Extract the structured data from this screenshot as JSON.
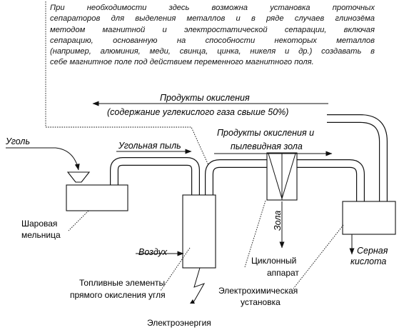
{
  "note": {
    "lines": [
      "При необходимости здесь возможна установка проточных",
      "сепараторов для выделения металлов и в ряде случаев глинозёма",
      "методом магнитной и электростатической сепарации, включая",
      "сепарацию, основанную на способности некоторых металлов",
      "(например, алюминия, меди, свинца, цинка, никеля и др.) создавать в",
      "себе магнитное поле под действием переменного магнитного поля."
    ]
  },
  "flows": {
    "products_oxidation": "Продукты окисления",
    "co2_content": "(содержание углекислого газа свыше 50%)",
    "coal": "Уголь",
    "coal_dust": "Угольная пыль",
    "products_dust_ash_1": "Продукты окисления и",
    "products_dust_ash_2": "пылевидная зола",
    "ash": "Зола",
    "air": "Воздух",
    "sulfuric_1": "Серная",
    "sulfuric_2": "кислота"
  },
  "labels": {
    "ball_mill_1": "Шаровая",
    "ball_mill_2": "мельница",
    "cyclone_1": "Циклонный",
    "cyclone_2": "аппарат",
    "fuel_cells_1": "Топливные элементы",
    "fuel_cells_2": "прямого окисления угля",
    "electrochem_1": "Электрохимическая",
    "electrochem_2": "установка",
    "electricity": "Электроэнергия"
  }
}
